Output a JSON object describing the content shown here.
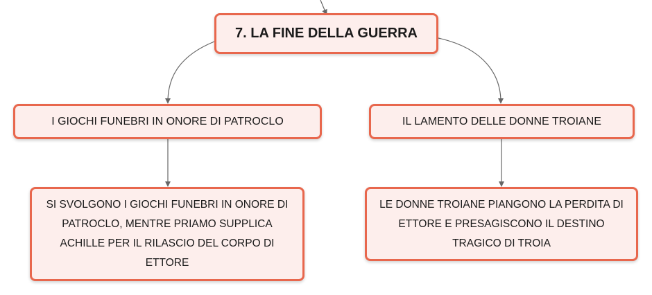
{
  "diagram": {
    "root": {
      "label": "7. LA FINE DELLA GUERRA"
    },
    "branches": [
      {
        "label": "I GIOCHI FUNEBRI IN ONORE DI PATROCLO",
        "detail": "SI SVOLGONO I GIOCHI FUNEBRI IN ONORE DI PATROCLO, MENTRE PRIAMO SUPPLICA ACHILLE PER IL RILASCIO DEL CORPO DI ETTORE"
      },
      {
        "label": "IL LAMENTO DELLE DONNE TROIANE",
        "detail": "LE DONNE TROIANE PIANGONO LA PERDITA DI ETTORE E PRESAGISCONO IL DESTINO TRAGICO DI TROIA"
      }
    ]
  },
  "colors": {
    "node_border": "#e8674d",
    "node_fill": "#fdeeec",
    "connector": "#666666"
  }
}
